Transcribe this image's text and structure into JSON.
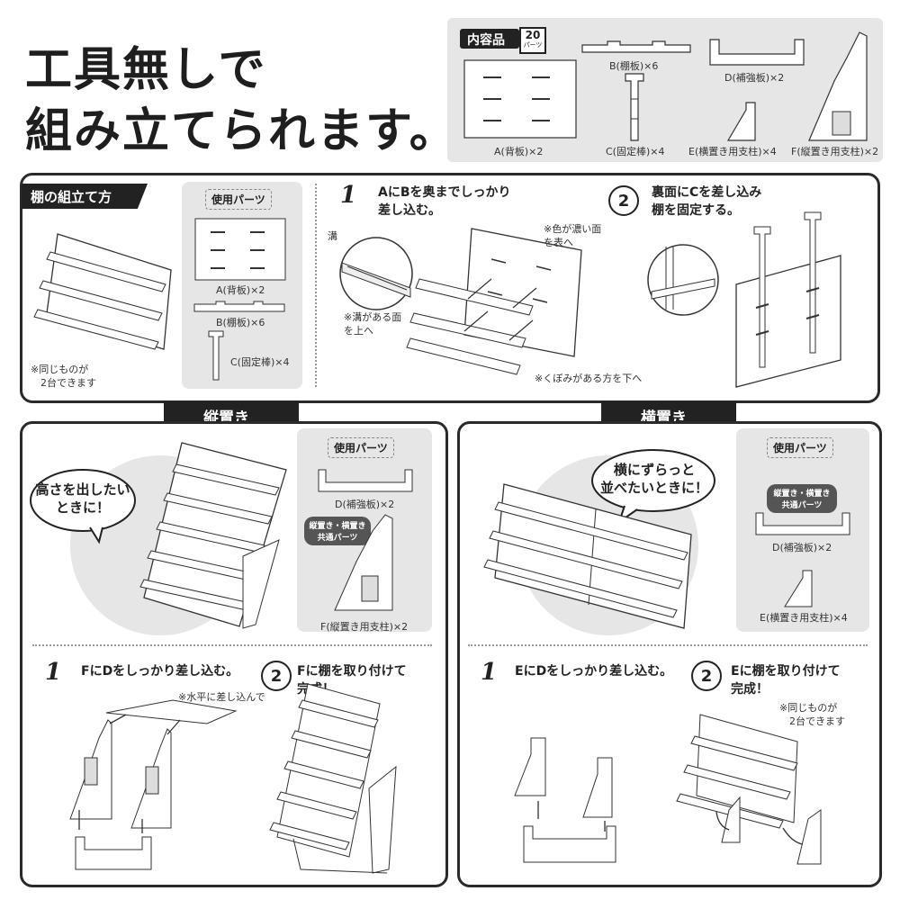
{
  "headline": {
    "line1": "工具無しで",
    "line2": "組み立てられます。"
  },
  "contents": {
    "tag": "内容品",
    "count": "20",
    "count_unit": "パーツ",
    "parts": {
      "A": "A(背板)×2",
      "B": "B(棚板)×6",
      "C": "C(固定棒)×4",
      "D": "D(補強板)×2",
      "E": "E(横置き用支柱)×4",
      "F": "F(縦置き用支柱)×2"
    }
  },
  "shelf_assembly": {
    "title": "棚の組立て方",
    "note_same": "※同じものが\n　2台できます",
    "parts_tag": "使用パーツ",
    "parts": {
      "A": "A(背板)×2",
      "B": "B(棚板)×6",
      "C": "C(固定棒)×4"
    },
    "step1_num": "1",
    "step1_text": "AにBを奥までしっかり\n差し込む。",
    "step2_num": "2",
    "step2_text": "裏面にCを差し込み\n棚を固定する。",
    "label_groove": "溝",
    "note_dark_face": "※色が濃い面\nを表へ",
    "note_groove_up": "※溝がある面\nを上へ",
    "note_notch_down": "※くぼみがある方を下へ"
  },
  "vertical": {
    "banner": "縦置き",
    "bubble": "高さを出したい\nときに！",
    "parts_tag": "使用パーツ",
    "part_D": "D(補強板)×2",
    "common_parts": "縦置き・横置き\n共通パーツ",
    "part_F": "F(縦置き用支柱)×2",
    "step1_num": "1",
    "step1_text": "FにDをしっかり差し込む。",
    "step1_note": "※水平に差し込んで\nください",
    "step2_num": "2",
    "step2_text": "Fに棚を取り付けて\n完成！"
  },
  "horizontal": {
    "banner": "横置き",
    "bubble": "横にずらっと\n並べたいときに！",
    "parts_tag": "使用パーツ",
    "common_parts": "縦置き・横置き\n共通パーツ",
    "part_D": "D(補強板)×2",
    "part_E": "E(横置き用支柱)×4",
    "step1_num": "1",
    "step1_text": "EにDをしっかり差し込む。",
    "step2_num": "2",
    "step2_text": "Eに棚を取り付けて\n完成！",
    "step2_note": "※同じものが\n　2台できます"
  }
}
